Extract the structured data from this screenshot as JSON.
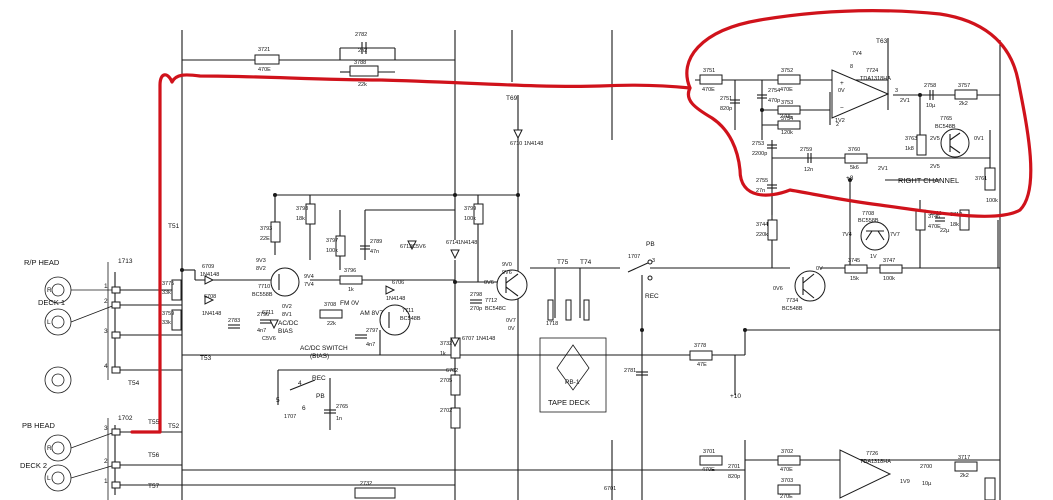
{
  "labels": {
    "rp_head": "R/P HEAD",
    "deck1": "DECK 1",
    "pb_head": "PB HEAD",
    "deck2": "DECK 2",
    "right_channel": "RIGHT CHANNEL",
    "tape_deck": "TAPE DECK",
    "pb1": "PB-1",
    "ac_dc_bias": "AC/DC\nBIAS",
    "ac_dc_switch": "AC/DC SWITCH",
    "bias": "(BIAS)",
    "fm_0v": "FM 0V",
    "am_8v7": "AM 8V7",
    "rec": "REC",
    "pb": "PB",
    "plus8": "+8",
    "plus10": "+10"
  },
  "terminals": {
    "r1": "R",
    "l1": "L",
    "r2": "R",
    "l2": "L",
    "p1713": "1713",
    "p1702": "1702",
    "n1": "1",
    "n2": "2",
    "n3": "3",
    "n4": "4",
    "n5": "5",
    "n6": "6",
    "t51": "T51",
    "t52": "T52",
    "t53": "T53",
    "t54": "T54",
    "t55": "T55",
    "t56": "T56",
    "t57": "T57",
    "t63": "T63",
    "t69": "T69",
    "t75": "T75",
    "t74": "T74"
  },
  "resistors": {
    "r3721": [
      "3721",
      "470E"
    ],
    "r3788": [
      "3788",
      "22k"
    ],
    "r3751": [
      "3751",
      "470E"
    ],
    "r3752": [
      "3752",
      "470E"
    ],
    "r3753": [
      "3753",
      "270E"
    ],
    "r3754": [
      "3754",
      "120k"
    ],
    "r3757": [
      "3757",
      "2k2"
    ],
    "r3760": [
      "3760",
      "5k6"
    ],
    "r3761": [
      "3761",
      "100k"
    ],
    "r3763": [
      "3763",
      "1k8"
    ],
    "r3775": [
      "3775",
      "33k"
    ],
    "r3759": [
      "3759",
      "33k"
    ],
    "r3793": [
      "3793",
      "22E"
    ],
    "r3798": [
      "3798",
      "18k"
    ],
    "r3796": [
      "3796",
      "1k"
    ],
    "r3797": [
      "3797",
      "100k"
    ],
    "r3799": [
      "3799",
      "100k"
    ],
    "r3708": [
      "3708",
      "22k"
    ],
    "r3744": [
      "3744",
      "220k"
    ],
    "r3745": [
      "3745",
      "15k"
    ],
    "r3747": [
      "3747",
      "100k"
    ],
    "r3746": [
      "3746",
      "470E"
    ],
    "r3712": [
      "3712",
      "18k"
    ],
    "r3732": [
      "3732",
      "1k"
    ],
    "r3778": [
      "3778",
      "47E"
    ],
    "r3701": [
      "3701",
      "470E"
    ],
    "r3702": [
      "3702",
      "470E"
    ],
    "r3703": [
      "3703",
      "270E"
    ],
    "r3717": [
      "3717",
      "2k2"
    ],
    "r2732": [
      "2732",
      ""
    ]
  },
  "capacitors": {
    "c2782": [
      "2782",
      "2n2"
    ],
    "c2751": [
      "2751",
      "820p"
    ],
    "c2754": [
      "2754",
      "470p"
    ],
    "c2758": [
      "2758",
      "10µ"
    ],
    "c2753": [
      "2753",
      "2200p"
    ],
    "c2759": [
      "2759",
      "12n"
    ],
    "c2755": [
      "2755",
      "27n"
    ],
    "c2711": [
      "2711",
      "22µ"
    ],
    "c2783": [
      "2783",
      ""
    ],
    "c2789": [
      "2789",
      "47n"
    ],
    "c2796": [
      "2796",
      "4n7"
    ],
    "c2797": [
      "2797",
      "4n7"
    ],
    "c2798": [
      "2798",
      "270p"
    ],
    "c2781": [
      "2781",
      ""
    ],
    "c2765": [
      "2765",
      "1n"
    ],
    "c2700": [
      "2700",
      "10µ"
    ],
    "c2701": [
      "2701",
      "820p"
    ],
    "c2702": [
      "2702",
      ""
    ],
    "c2705": [
      "2705",
      ""
    ]
  },
  "semis": {
    "ic7724": [
      "7724",
      "TDA1318HA",
      "7V4"
    ],
    "ic7726": [
      "7726",
      "TDA1318HA"
    ],
    "q7765": [
      "7765",
      "BC548B"
    ],
    "q7710": [
      "7710",
      "BC558B"
    ],
    "q7711": [
      "7711",
      "BC548B"
    ],
    "q7712": [
      "7712",
      "BC548C"
    ],
    "q7708": [
      "7708",
      "BC558B"
    ],
    "q7734": [
      "7734",
      "BC548B"
    ],
    "d6709": [
      "6709",
      "1N4148"
    ],
    "d6708": [
      "6708",
      "1N4148"
    ],
    "d6710": [
      "6710",
      "1N4148"
    ],
    "d6711": [
      "6711",
      "C5V6"
    ],
    "d6713": [
      "6713",
      "C5V6"
    ],
    "d6714": [
      "6714",
      "1N4148"
    ],
    "d6706": [
      "6706",
      "1N4148"
    ],
    "d6707": [
      "6707",
      "1N4148"
    ],
    "d6701": [
      "6701",
      ""
    ],
    "d6702": [
      "6702",
      ""
    ],
    "sw1707a": [
      "1707",
      "3"
    ],
    "sw1707b": [
      "1707",
      "6"
    ],
    "sw1718": [
      "1718",
      ""
    ]
  },
  "voltages": {
    "v_9v3": "9V3",
    "v_8v2": "8V2",
    "v_9v4": "9V4",
    "v_7v4": "7V4",
    "v_0v2": "0V2",
    "v_8v1": "8V1",
    "v_0v6": "0V6",
    "v_9v0": "9V0",
    "v_9v6": "9V6",
    "v_0v7": "0V7",
    "v_0v": "0V",
    "v_2v1": "2V1",
    "v_2v1b": "2V1",
    "v_1v2": "1V2",
    "v_0v1": "0V1",
    "v_2v5a": "2V5",
    "v_2v5b": "2V5",
    "v_7v7": "7V7",
    "v_7v4b": "7V4",
    "v_1v": "1V",
    "v_0v6b": "0V6",
    "v_0vb": "0V",
    "v_0vc": "0V",
    "v_8": "8",
    "v_3": "3",
    "v_2": "2",
    "v_1v9": "1V9"
  }
}
